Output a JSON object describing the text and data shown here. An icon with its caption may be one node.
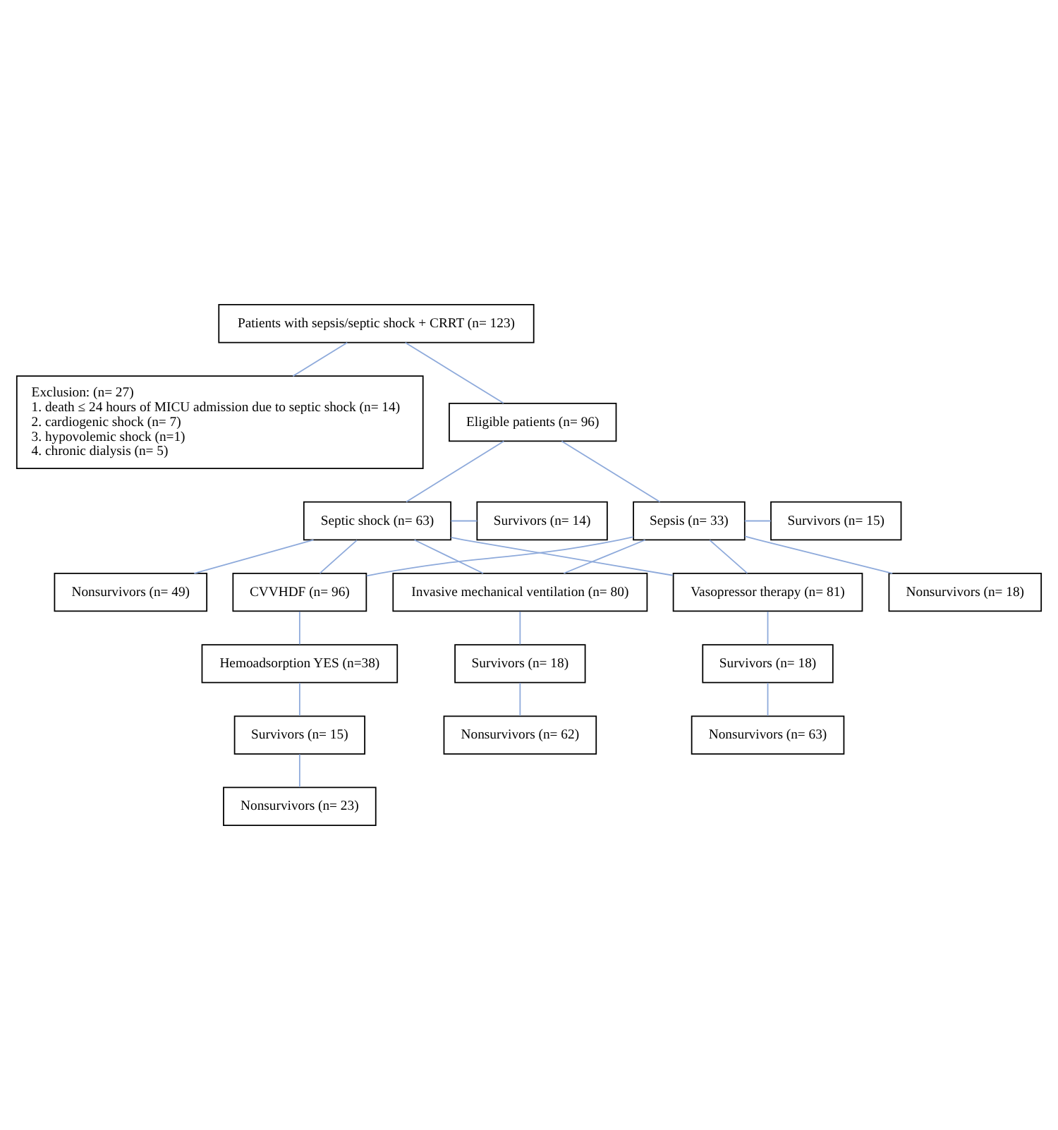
{
  "diagram": {
    "nodes": [
      {
        "text": [
          "Patients with sepsis/septic shock + CRRT (n= 123)"
        ]
      },
      {
        "text": [
          "Exclusion: (n= 27)",
          "1. death ≤ 24 hours of MICU admission due to septic shock (n= 14)",
          "2. cardiogenic shock (n= 7)",
          "3. hypovolemic shock (n=1)",
          "4. chronic dialysis (n= 5)"
        ]
      },
      {
        "text": [
          "Eligible patients (n= 96)"
        ]
      },
      {
        "text": [
          "Survivors (n= 15)"
        ]
      },
      {
        "text": [
          "Nonsurvivors (n= 18)"
        ]
      },
      {
        "text": [
          "Sepsis (n= 33)"
        ]
      },
      {
        "text": [
          "Septic shock (n= 63)"
        ]
      },
      {
        "text": [
          "Survivors (n= 14)"
        ]
      },
      {
        "text": [
          "Nonsurvivors (n= 49)"
        ]
      },
      {
        "text": [
          "CVVHDF (n= 96)"
        ]
      },
      {
        "text": [
          "Invasive mechanical ventilation (n= 80)"
        ]
      },
      {
        "text": [
          "Vasopressor therapy (n= 81)"
        ]
      },
      {
        "text": [
          "Hemoadsorption YES (n=38)"
        ]
      },
      {
        "text": [
          "Survivors (n= 18)"
        ]
      },
      {
        "text": [
          "Nonsurvivors (n= 62)"
        ]
      },
      {
        "text": [
          "Survivors (n= 18)"
        ]
      },
      {
        "text": [
          "Nonsurvivors (n= 63)"
        ]
      },
      {
        "text": [
          "Survivors (n= 15)"
        ]
      },
      {
        "text": [
          "Nonsurvivors (n= 23)"
        ]
      }
    ],
    "edges": [
      {
        "from": 0,
        "to": 1,
        "arrow": "none"
      },
      {
        "from": 0,
        "to": 2,
        "arrow": "none"
      },
      {
        "from": 2,
        "to": 5,
        "arrow": "none"
      },
      {
        "from": 2,
        "to": 6,
        "arrow": "none"
      },
      {
        "from": 5,
        "to": 3,
        "arrow": "none"
      },
      {
        "from": 5,
        "to": 4,
        "arrow": "none"
      },
      {
        "from": 6,
        "to": 7,
        "arrow": "none"
      },
      {
        "from": 6,
        "to": 8,
        "arrow": "none"
      },
      {
        "from": 5,
        "to": 9,
        "arrow": "none"
      },
      {
        "from": 5,
        "to": 10,
        "arrow": "none"
      },
      {
        "from": 5,
        "to": 11,
        "arrow": "none"
      },
      {
        "from": 6,
        "to": 9,
        "arrow": "none"
      },
      {
        "from": 6,
        "to": 10,
        "arrow": "none"
      },
      {
        "from": 6,
        "to": 11,
        "arrow": "none"
      },
      {
        "from": 9,
        "to": 12,
        "arrow": "none"
      },
      {
        "from": 10,
        "to": 13,
        "arrow": "none"
      },
      {
        "from": 13,
        "to": 14,
        "arrow": "none"
      },
      {
        "from": 11,
        "to": 15,
        "arrow": "none"
      },
      {
        "from": 15,
        "to": 16,
        "arrow": "none"
      },
      {
        "from": 12,
        "to": 17,
        "arrow": "none"
      },
      {
        "from": 17,
        "to": 18,
        "arrow": "none"
      }
    ]
  }
}
